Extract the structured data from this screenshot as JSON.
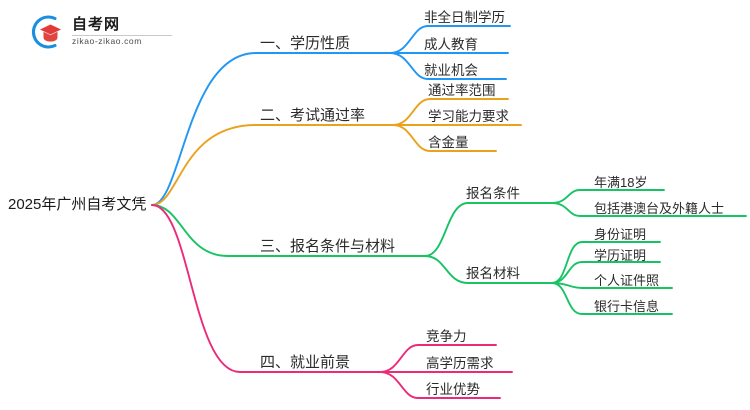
{
  "logo": {
    "name_cn": "自考网",
    "name_en": "zikao-zikao.com",
    "arc_color": "#1a8fe0",
    "cap_color": "#e23a3a"
  },
  "colors": {
    "blue": "#2196f3",
    "orange": "#eaa21b",
    "green": "#18c364",
    "pink": "#ec2a7b",
    "text": "#2b2b2b"
  },
  "mindmap": {
    "root": {
      "label": "2025年广州自考文凭"
    },
    "branches": [
      {
        "label": "一、学历性质",
        "color": "#2196f3",
        "children": [
          {
            "label": "非全日制学历"
          },
          {
            "label": "成人教育"
          },
          {
            "label": "就业机会"
          }
        ]
      },
      {
        "label": "二、考试通过率",
        "color": "#eaa21b",
        "children": [
          {
            "label": "通过率范围"
          },
          {
            "label": "学习能力要求"
          },
          {
            "label": "含金量"
          }
        ]
      },
      {
        "label": "三、报名条件与材料",
        "color": "#18c364",
        "children": [
          {
            "label": "报名条件",
            "children": [
              {
                "label": "年满18岁"
              },
              {
                "label": "包括港澳台及外籍人士"
              }
            ]
          },
          {
            "label": "报名材料",
            "children": [
              {
                "label": "身份证明"
              },
              {
                "label": "学历证明"
              },
              {
                "label": "个人证件照"
              },
              {
                "label": "银行卡信息"
              }
            ]
          }
        ]
      },
      {
        "label": "四、就业前景",
        "color": "#ec2a7b",
        "children": [
          {
            "label": "竞争力"
          },
          {
            "label": "高学历需求"
          },
          {
            "label": "行业优势"
          }
        ]
      }
    ]
  }
}
